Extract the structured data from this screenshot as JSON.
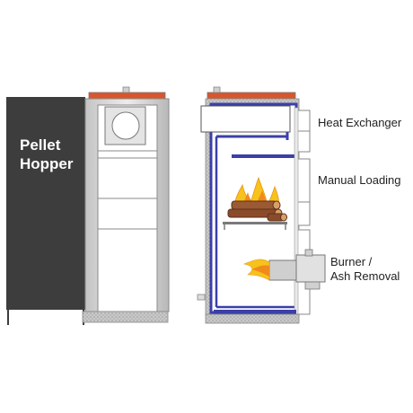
{
  "hopper": {
    "line1": "Pellet",
    "line2": "Hopper"
  },
  "labels": {
    "heat_exchanger": "Heat Exchanger",
    "manual_loading": "Manual Loading",
    "burner_line1": "Burner /",
    "burner_line2": "Ash Removal"
  },
  "colors": {
    "hopper": "#3d3d3d",
    "top_plate": "#d8562c",
    "frame_blue": "#3b3fa8",
    "flame_yellow": "#f7c21b",
    "flame_orange": "#f08a1c",
    "log_brown": "#8a4b2a"
  }
}
